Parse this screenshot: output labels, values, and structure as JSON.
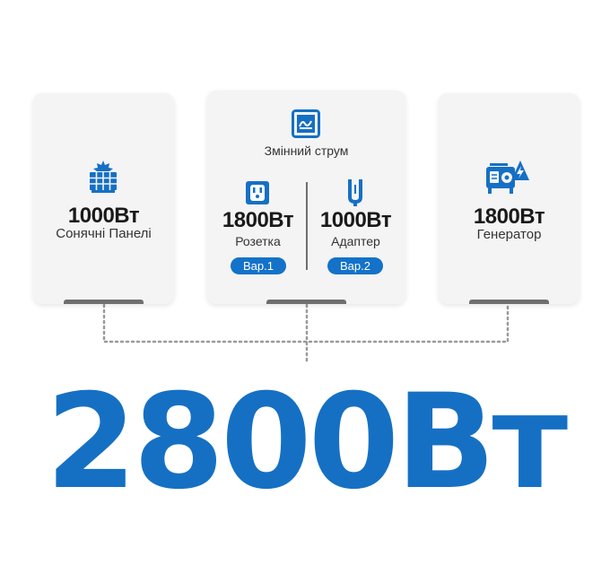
{
  "cards": {
    "solar": {
      "value": "1000Вт",
      "label": "Сонячні Панелі",
      "icon": "solar-panel-icon"
    },
    "ac": {
      "title": "Змінний струм",
      "icon": "ac-power-icon",
      "socket": {
        "value": "1800Вт",
        "label": "Розетка",
        "badge": "Вар.1",
        "icon": "socket-icon"
      },
      "adapter": {
        "value": "1000Вт",
        "label": "Адаптер",
        "badge": "Вар.2",
        "icon": "adapter-icon"
      }
    },
    "generator": {
      "value": "1800Вт",
      "label": "Генератор",
      "icon": "generator-icon"
    }
  },
  "total": "2800Вт",
  "colors": {
    "accent": "#1570c4",
    "card_bg": "#f4f4f4",
    "bar": "#6f6f6f",
    "dots": "#9a9a9a"
  }
}
